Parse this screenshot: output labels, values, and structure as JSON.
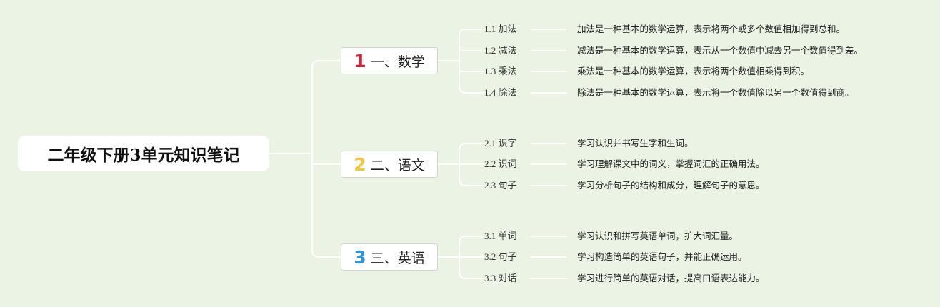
{
  "title": "二年级下册3单元知识笔记",
  "colors": {
    "background": "#eaf3e4",
    "connector": "#ffffff",
    "num1": "#d0243c",
    "num2": "#f2c641",
    "num3": "#2c95d6"
  },
  "branches": [
    {
      "number": "1",
      "label": "一、数学",
      "items": [
        {
          "label": "1.1 加法",
          "desc": "加法是一种基本的数学运算，表示将两个或多个数值相加得到总和。"
        },
        {
          "label": "1.2 减法",
          "desc": "减法是一种基本的数学运算，表示从一个数值中减去另一个数值得到差。"
        },
        {
          "label": "1.3 乘法",
          "desc": "乘法是一种基本的数学运算，表示将两个数值相乘得到积。"
        },
        {
          "label": "1.4 除法",
          "desc": "除法是一种基本的数学运算，表示将一个数值除以另一个数值得到商。"
        }
      ]
    },
    {
      "number": "2",
      "label": "二、语文",
      "items": [
        {
          "label": "2.1 识字",
          "desc": "学习认识并书写生字和生词。"
        },
        {
          "label": "2.2 识词",
          "desc": "学习理解课文中的词义，掌握词汇的正确用法。"
        },
        {
          "label": "2.3 句子",
          "desc": "学习分析句子的结构和成分，理解句子的意思。"
        }
      ]
    },
    {
      "number": "3",
      "label": "三、英语",
      "items": [
        {
          "label": "3.1 单词",
          "desc": "学习认识和拼写英语单词，扩大词汇量。"
        },
        {
          "label": "3.2 句子",
          "desc": "学习构造简单的英语句子，并能正确运用。"
        },
        {
          "label": "3.3 对话",
          "desc": "学习进行简单的英语对话，提高口语表达能力。"
        }
      ]
    }
  ]
}
